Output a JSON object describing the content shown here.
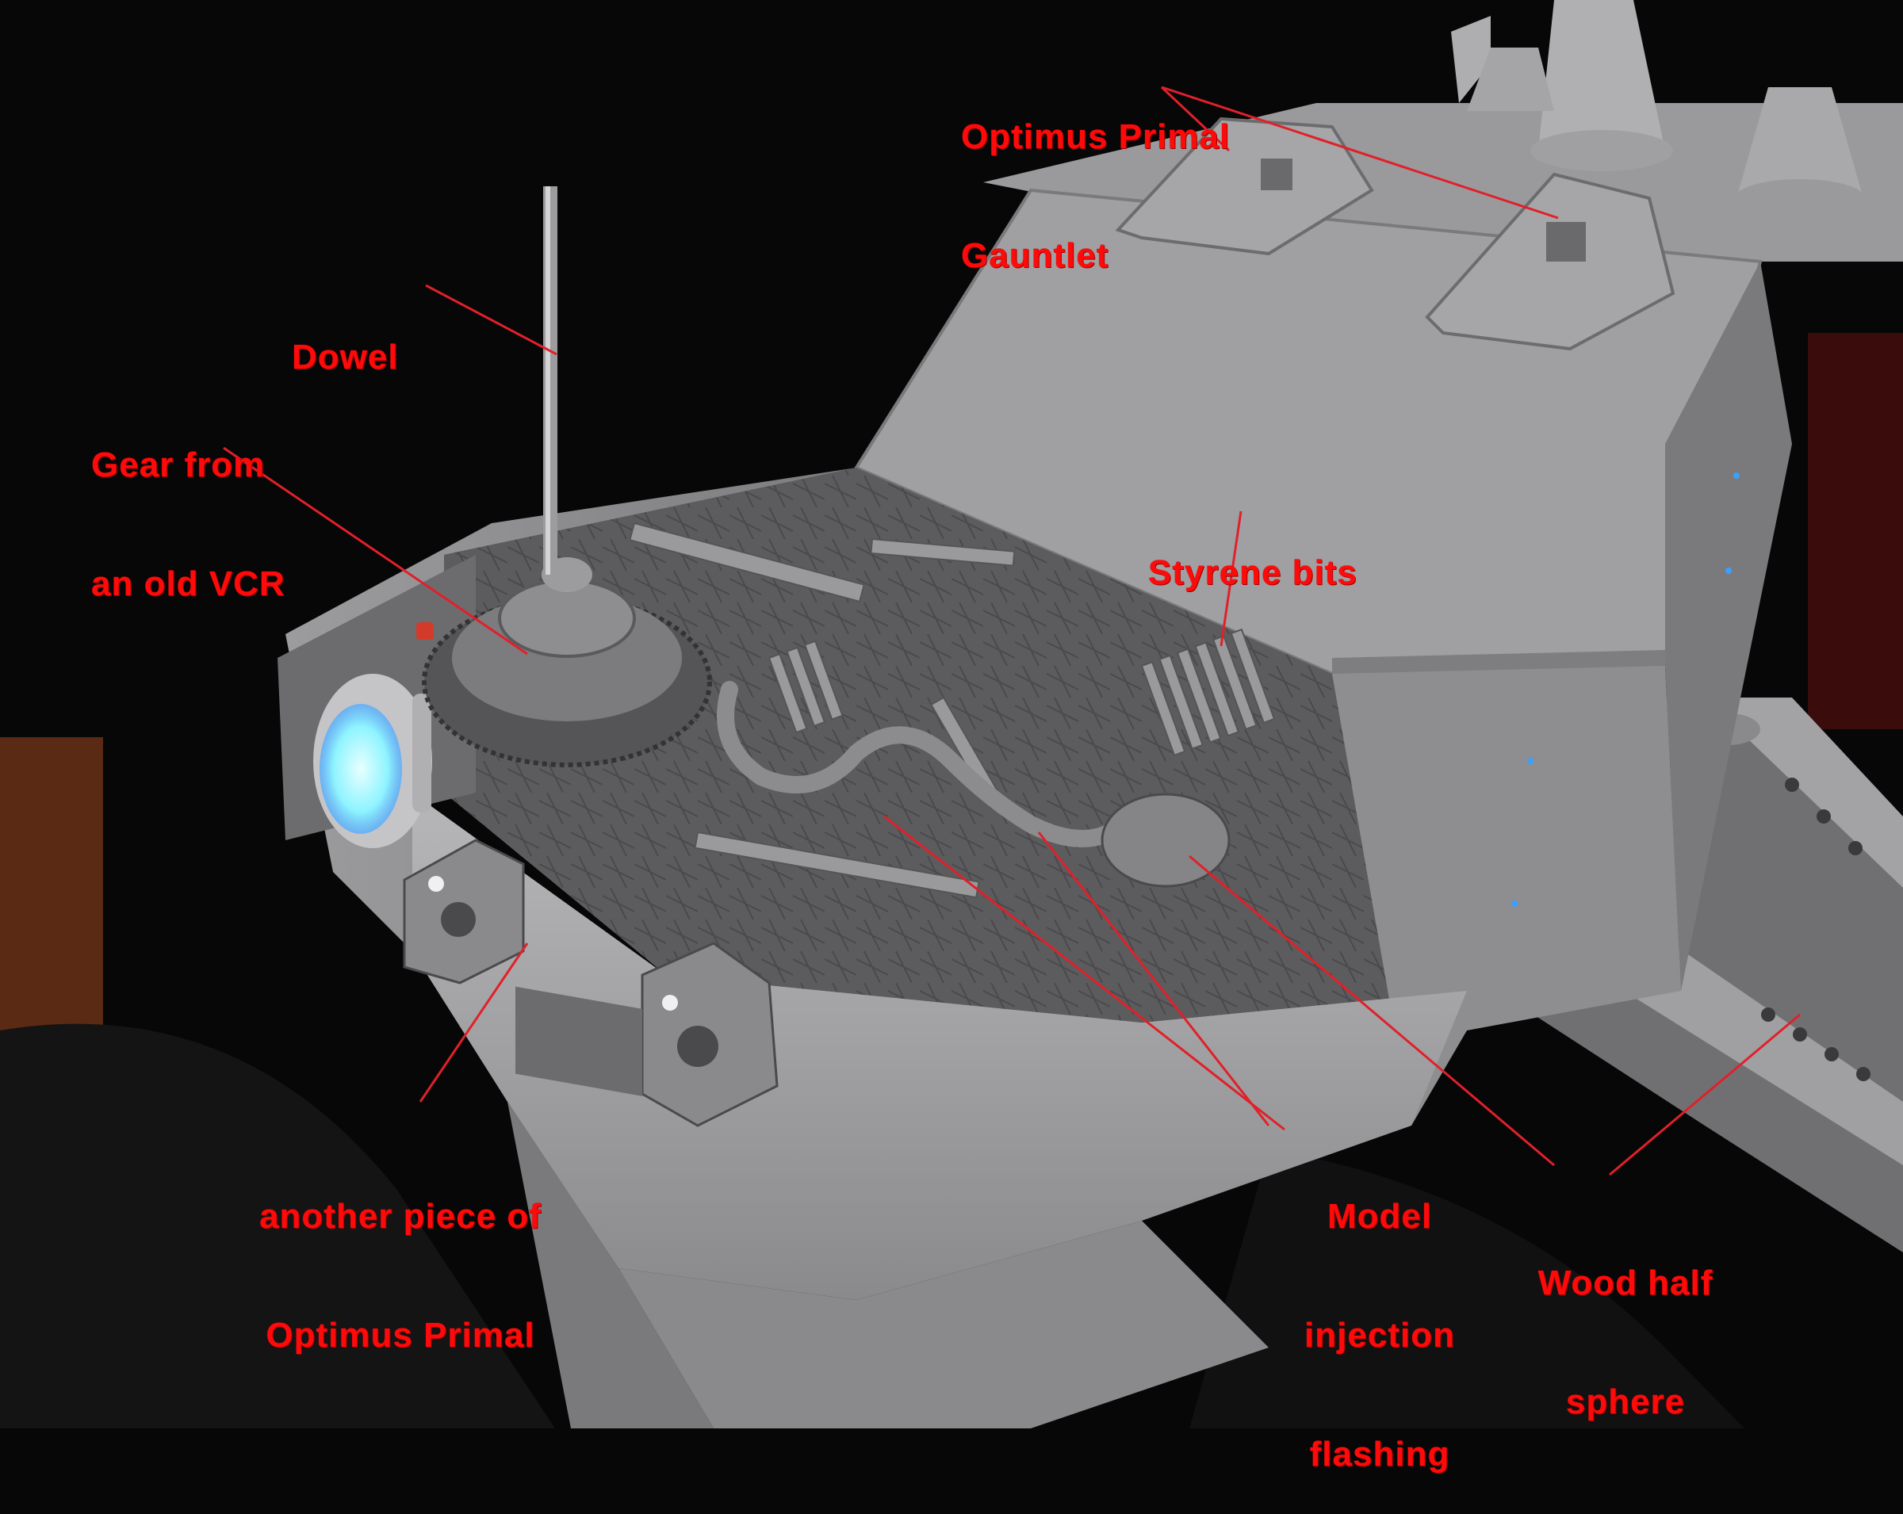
{
  "photo": {
    "subject": "Grey spaceship model with annotated kitbash parts",
    "colors": {
      "background": "#070707",
      "hull": "#9a9a9c",
      "hull_light": "#b5b5b7",
      "hull_dark": "#6e6e70",
      "deck": "#5a5a5c",
      "engine_glow": "#8ef4ff",
      "label_red": "#ff0a0a",
      "leader_line": "#e0202a"
    }
  },
  "annotations": [
    {
      "id": "optimus-primal-gauntlet",
      "lines": [
        "Optimus Primal",
        "Gauntlet"
      ]
    },
    {
      "id": "dowel",
      "lines": [
        "Dowel"
      ]
    },
    {
      "id": "gear-from-old-vcr",
      "lines": [
        "Gear from",
        "an old VCR"
      ]
    },
    {
      "id": "styrene-bits",
      "lines": [
        "Styrene bits"
      ]
    },
    {
      "id": "another-piece-of-optimus-primal",
      "lines": [
        "another piece of",
        "Optimus Primal"
      ]
    },
    {
      "id": "model-injection-flashing",
      "lines": [
        "Model",
        "injection",
        "flashing"
      ]
    },
    {
      "id": "wood-half-sphere",
      "lines": [
        "Wood half",
        "sphere"
      ]
    }
  ]
}
